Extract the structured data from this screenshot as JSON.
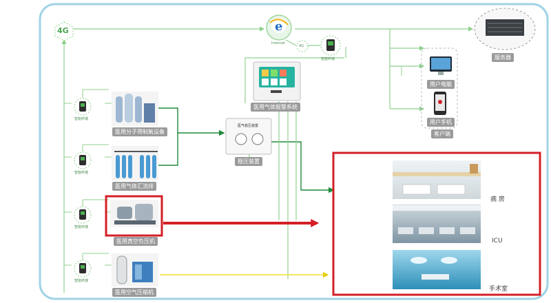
{
  "network": {
    "tag_4g": "4G",
    "tag_4g_small": "4G",
    "internet_label": "Internet",
    "server_label": "服务器"
  },
  "clients": {
    "user_pc": "用户电脑",
    "user_phone": "用户手机",
    "client_side": "客户端"
  },
  "alarm_box": {
    "label": "医用气体报警系统",
    "terminal_label": "智能终端"
  },
  "pressure_box": {
    "title": "医气稳压装置",
    "label": "稳压装置"
  },
  "sources": [
    {
      "label": "医用分子筛制氧设备"
    },
    {
      "label": "医用气体汇流排"
    },
    {
      "label": "医用真空负压机"
    },
    {
      "label": "医用空气压缩机"
    }
  ],
  "monitor_label": "智能终端",
  "rooms": [
    {
      "label": "病 房"
    },
    {
      "label": "ICU"
    },
    {
      "label": "手术室"
    }
  ],
  "colors": {
    "frame": "#9fd3e6",
    "green_line": "#1e8a3a",
    "light_line": "#8fd08f",
    "red": "#d41f26",
    "yellow": "#f2df2a"
  }
}
